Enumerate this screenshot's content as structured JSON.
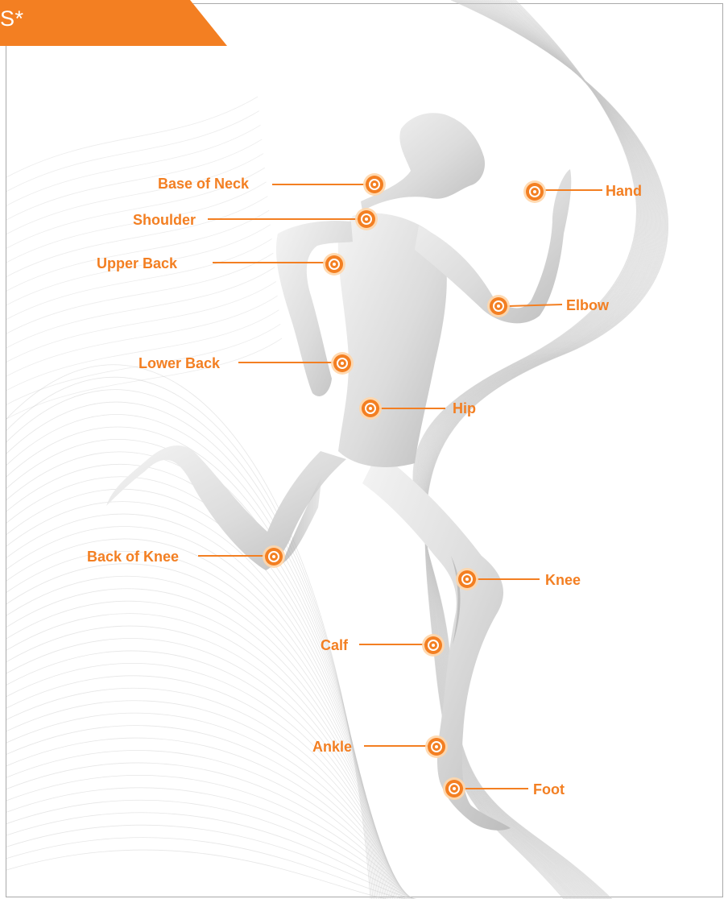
{
  "banner": {
    "text": "S*"
  },
  "colors": {
    "accent": "#f37f22",
    "figure": "#e9e9e9",
    "waves": "#c8c8c8"
  },
  "body_points": {
    "base_of_neck": "Base of Neck",
    "shoulder": "Shoulder",
    "upper_back": "Upper Back",
    "lower_back": "Lower Back",
    "back_of_knee": "Back of Knee",
    "hand": "Hand",
    "elbow": "Elbow",
    "hip": "Hip",
    "knee": "Knee",
    "calf": "Calf",
    "ankle": "Ankle",
    "foot": "Foot"
  }
}
